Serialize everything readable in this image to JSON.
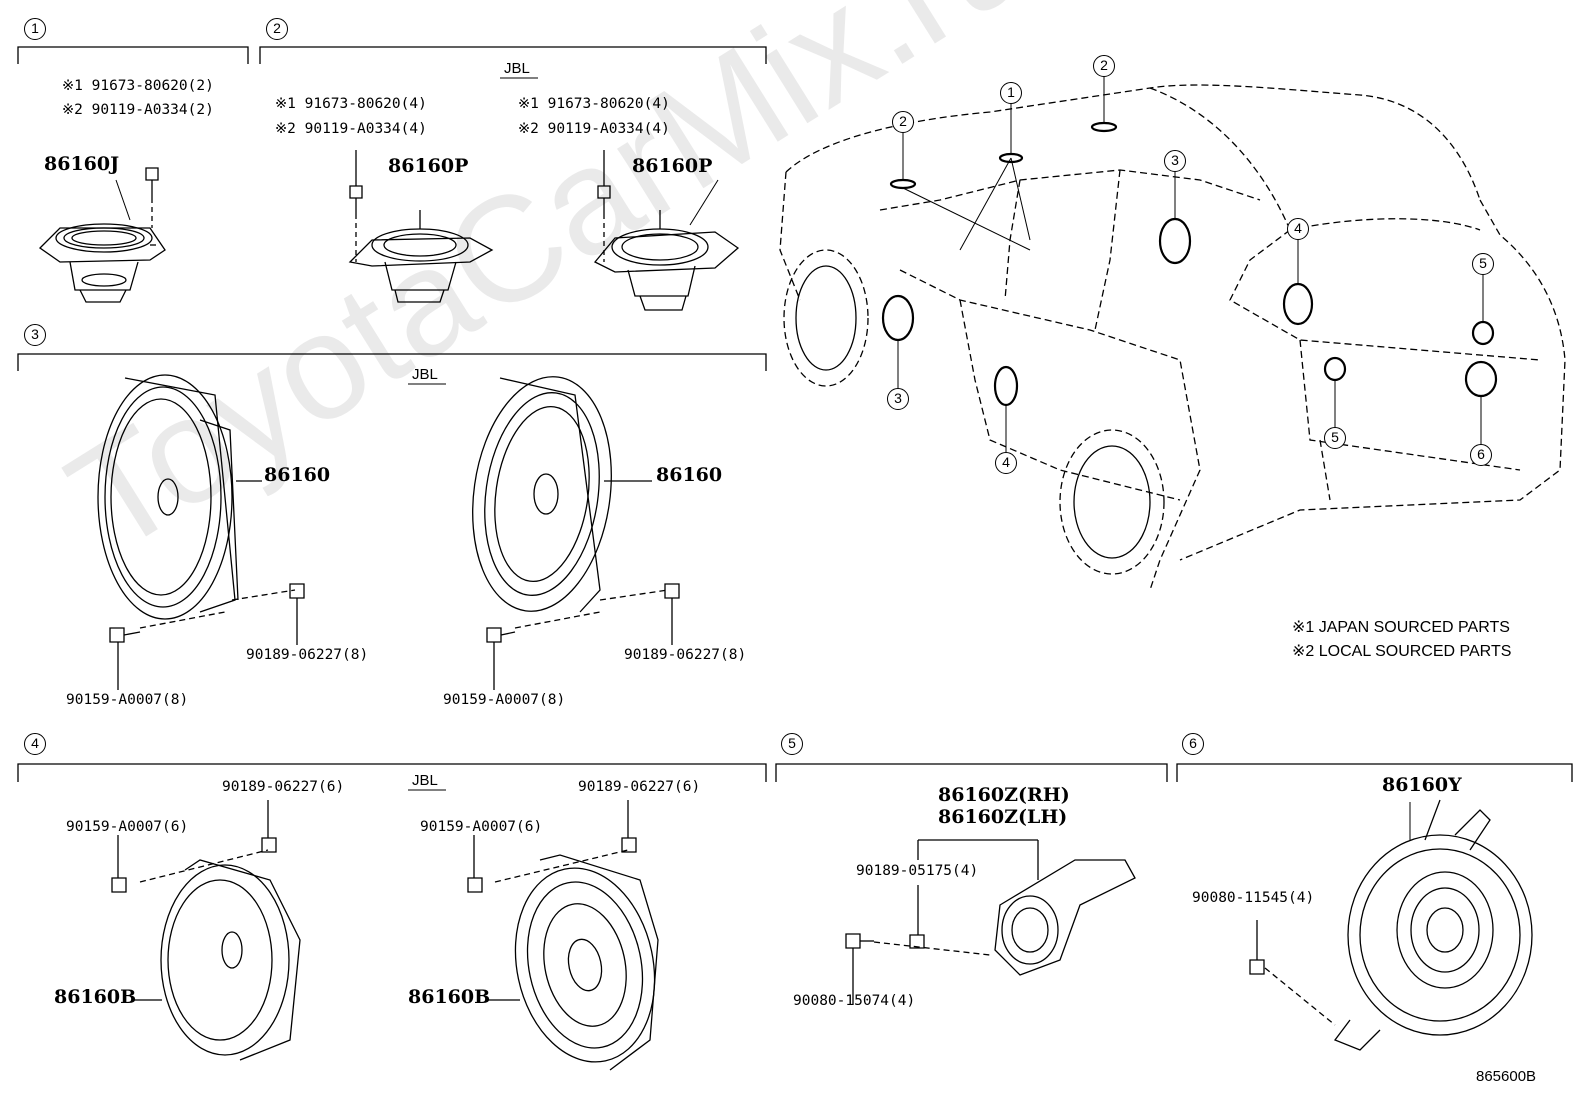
{
  "sections": [
    {
      "num": "1",
      "jbl": "",
      "notes": [
        "※1 91673-80620(2)",
        "※2 90119-A0334(2)"
      ],
      "part": "86160J"
    },
    {
      "num": "2",
      "jbl": "JBL",
      "notes_a": [
        "※1 91673-80620(4)",
        "※2 90119-A0334(4)"
      ],
      "part_a": "86160P",
      "notes_b": [
        "※1 91673-80620(4)",
        "※2 90119-A0334(4)"
      ],
      "part_b": "86160P"
    },
    {
      "num": "3",
      "jbl": "JBL",
      "part_a": "86160",
      "part_b": "86160",
      "clip_a": "90189-06227(8)",
      "clip_b": "90189-06227(8)",
      "screw_a": "90159-A0007(8)",
      "screw_b": "90159-A0007(8)"
    },
    {
      "num": "4",
      "jbl": "JBL",
      "clip_a": "90189-06227(6)",
      "screw_a": "90159-A0007(6)",
      "part_a": "86160B",
      "clip_b": "90189-06227(6)",
      "screw_b": "90159-A0007(6)",
      "part_b": "86160B"
    },
    {
      "num": "5",
      "part_rh": "86160Z(RH)",
      "part_lh": "86160Z(LH)",
      "clip": "90189-05175(4)",
      "screw": "90080-15074(4)"
    },
    {
      "num": "6",
      "part": "86160Y",
      "screw": "90080-11545(4)"
    }
  ],
  "legend": [
    "※1 JAPAN SOURCED PARTS",
    "※2 LOCAL SOURCED PARTS"
  ],
  "car_callouts": [
    "1",
    "2",
    "2",
    "3",
    "3",
    "4",
    "4",
    "5",
    "5",
    "6"
  ],
  "watermark": "ToyotaCarMix.ru",
  "diagram_id": "865600B"
}
